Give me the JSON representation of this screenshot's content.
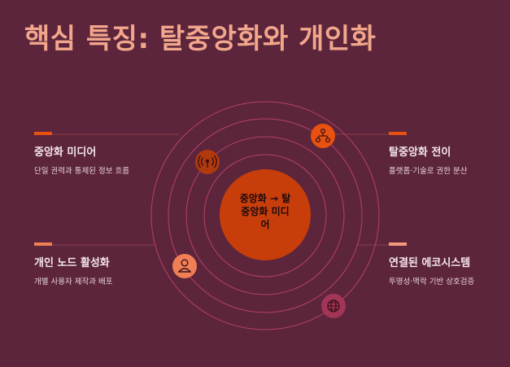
{
  "title": "핵심 특징: 탈중앙화와 개인화",
  "center": {
    "line1": "중앙화 → 탈",
    "line2": "중앙화 미디",
    "line3": "어"
  },
  "items": [
    {
      "heading": "중앙화 미디어",
      "desc": "단일 권력과 통제된 정보 흐름"
    },
    {
      "heading": "탈중앙화 전이",
      "desc": "플랫폼·기술로 권한 분산"
    },
    {
      "heading": "개인 노드 활성화",
      "desc": "개별 사용자 제작과 배포"
    },
    {
      "heading": "연결된 에코시스템",
      "desc": "투명성·맥락 기반 상호검증"
    }
  ],
  "icons": [
    "broadcast-icon",
    "network-icon",
    "user-icon",
    "globe-icon"
  ],
  "colors": {
    "background": "#5c253b",
    "title": "#f2a78c",
    "core": "#c73e0b",
    "accent": "#e8510f",
    "ring": "#b6406b"
  }
}
